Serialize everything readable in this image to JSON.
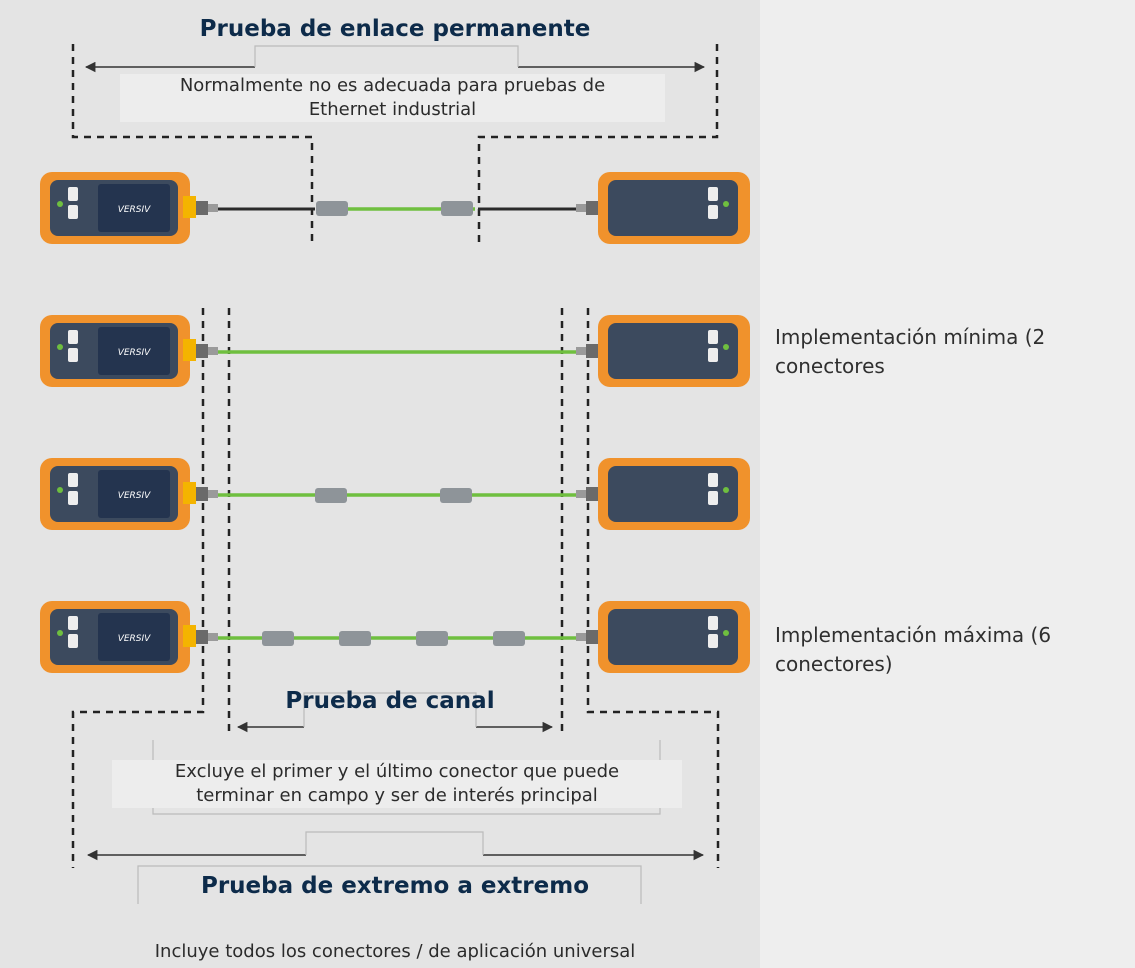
{
  "diagram": {
    "permanent_link": {
      "title": "Prueba de enlace permanente",
      "desc_line1": "Normalmente no es adecuada para pruebas de",
      "desc_line2": "Ethernet industrial"
    },
    "channel": {
      "title": "Prueba de canal",
      "desc_line1": "Excluye el primer y el último conector que puede",
      "desc_line2": "terminar en campo y ser de interés principal"
    },
    "end_to_end": {
      "title": "Prueba de extremo a extremo",
      "desc": "Incluye todos los conectores / de aplicación universal"
    },
    "side_labels": {
      "min_line1": "Implementación mínima (2",
      "min_line2": "conectores",
      "max_line1": "Implementación máxima (6",
      "max_line2": "conectores)"
    },
    "device_brand": "VERSIV",
    "colors": {
      "device_orange": "#f0922c",
      "device_body": "#3c4a5e",
      "cable_green": "#6fbf3f",
      "title_navy": "#0d2b4a"
    }
  }
}
